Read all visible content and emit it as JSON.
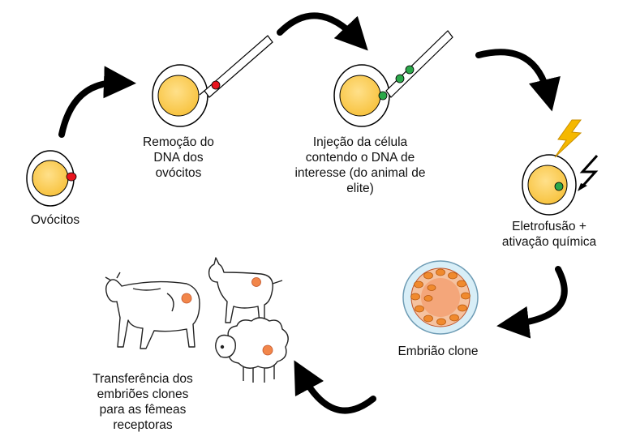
{
  "steps": {
    "oocytes": "Ovócitos",
    "removal": [
      "Remoção do",
      "DNA dos",
      "ovócitos"
    ],
    "injection": [
      "Injeção da célula",
      "contendo o DNA de",
      "interesse (do animal de",
      "elite)"
    ],
    "fusion": [
      "Eletrofusão +",
      "ativação química"
    ],
    "embryo": "Embrião clone",
    "transfer": [
      "Transferência dos",
      "embriões clones",
      "para as fêmeas",
      "receptoras"
    ]
  },
  "colors": {
    "cytoplasm": "#FFD15C",
    "nucleus_removed": "#E8141E",
    "donor_cell": "#2BA84A",
    "lightning": "#F5B800",
    "embryo_cells": "#F08A2E",
    "embryo_dish": "#D8EEF7",
    "uterus_mark": "#F2864A"
  },
  "icons": [
    "curved-arrow-icon",
    "micropipette-icon",
    "lightning-icon",
    "electric-bolt-icon",
    "cow-icon",
    "goat-icon",
    "sheep-icon"
  ]
}
